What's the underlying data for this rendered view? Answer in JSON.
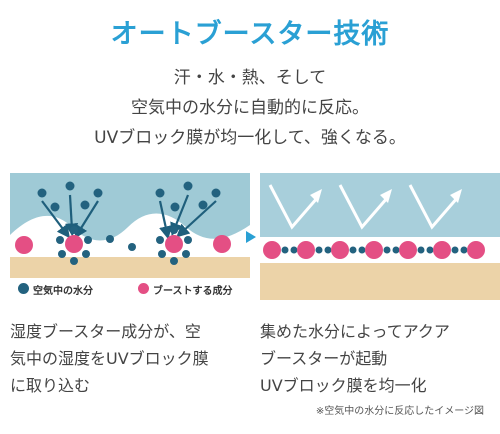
{
  "title": "オートブースター技術",
  "subtitle_lines": [
    "汗・水・熱、そして",
    "空気中の水分に自動的に反応。",
    "UVブロック膜が均一化して、強くなる。"
  ],
  "legend": {
    "water": "空気中の水分",
    "booster": "ブーストする成分"
  },
  "captions": {
    "left": "湿度ブースター成分が、空\n気中の湿度をUVブロック膜\nに取り込む",
    "right": "集めた水分によってアクア\nブースターが起動\nUVブロック膜を均一化"
  },
  "note": "※空気中の水分に反応したイメージ図",
  "colors": {
    "title": "#2aa0d4",
    "sky": "#9fcad6",
    "sky_right": "#a8cfdb",
    "beige": "#ecd3a8",
    "water_dot": "#23627f",
    "booster_dot": "#e44f84",
    "arrow": "#1f5f7c",
    "play_arrow": "#2aa0d4"
  }
}
